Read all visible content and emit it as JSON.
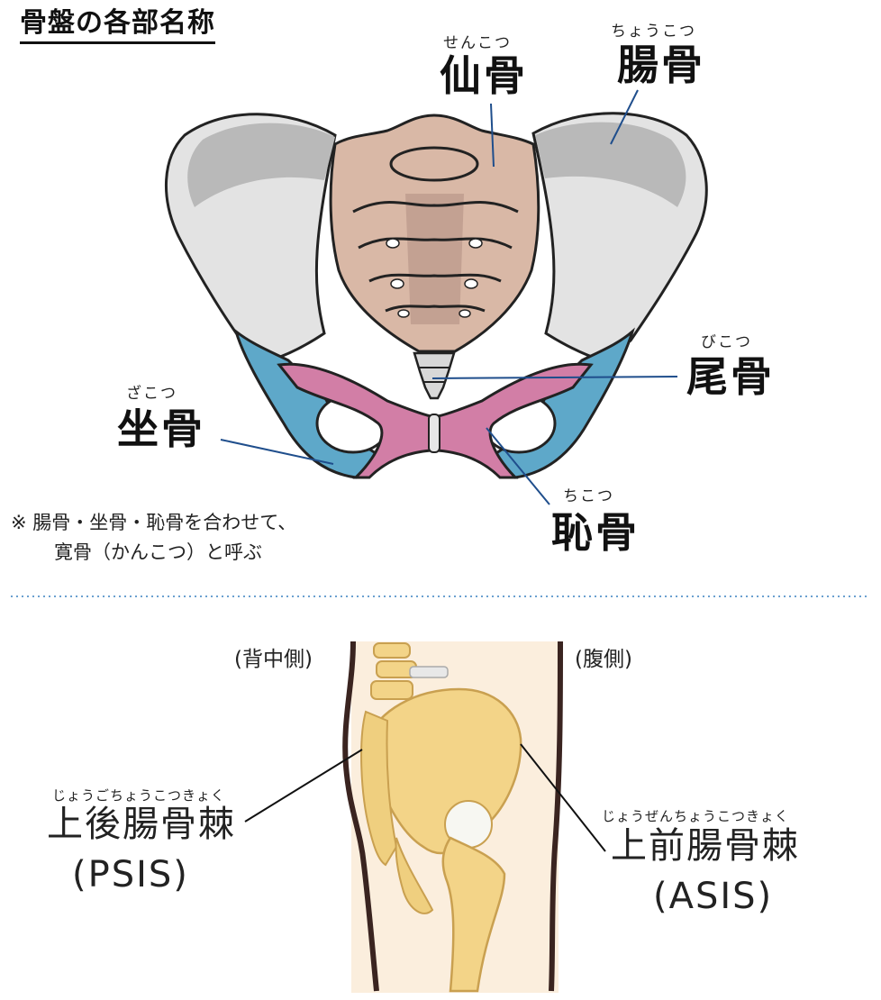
{
  "title": "骨盤の各部名称",
  "labels": {
    "sacrum": {
      "ruby": "せんこつ",
      "name": "仙骨"
    },
    "ilium": {
      "ruby": "ちょうこつ",
      "name": "腸骨"
    },
    "coccyx": {
      "ruby": "びこつ",
      "name": "尾骨"
    },
    "ischium": {
      "ruby": "ざこつ",
      "name": "坐骨"
    },
    "pubis": {
      "ruby": "ちこつ",
      "name": "恥骨"
    }
  },
  "note": {
    "line1": "※ 腸骨・坐骨・恥骨を合わせて、",
    "line2": "寛骨（かんこつ）と呼ぶ"
  },
  "side_view": {
    "back_label": "(背中側)",
    "front_label": "(腹側)",
    "psis": {
      "ruby": "じょうごちょうこつきょく",
      "name": "上後腸骨棘",
      "abbr": "(PSIS)"
    },
    "asis": {
      "ruby": "じょうぜんちょうこつきょく",
      "name": "上前腸骨棘",
      "abbr": "(ASIS)"
    }
  },
  "colors": {
    "ilium_fill": "#e3e3e3",
    "ilium_shade": "#b9b9b9",
    "sacrum_fill": "#d9b8a6",
    "sacrum_dark": "#b9978a",
    "ischium_fill": "#5ea8c9",
    "pubis_fill": "#d27ea6",
    "leader_line": "#1f4e8c",
    "bone_yellow": "#f3d488",
    "divider": "#6aa0d0"
  }
}
